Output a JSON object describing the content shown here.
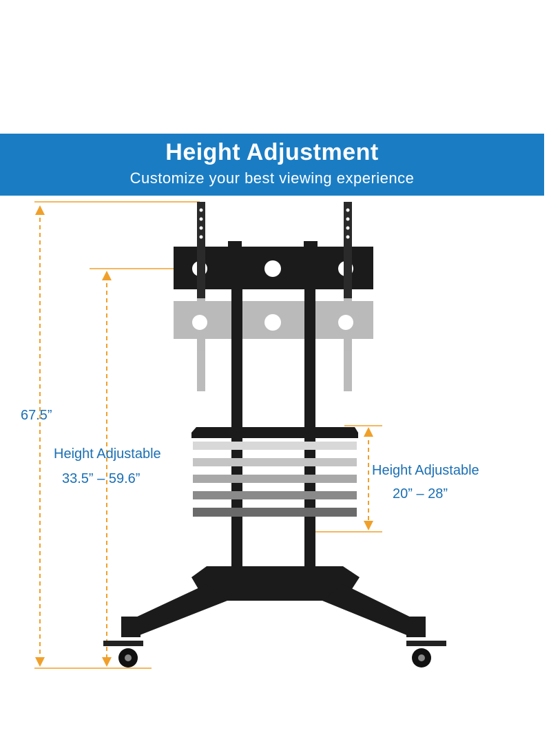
{
  "banner": {
    "title": "Height Adjustment",
    "subtitle": "Customize your best viewing experience"
  },
  "dimensions": {
    "total_height": "67.5”",
    "mount_adjust_label": "Height Adjustable",
    "mount_adjust_range": "33.5”  –  59.6”",
    "shelf_adjust_label": "Height Adjustable",
    "shelf_adjust_range": "20”  –  28”"
  },
  "colors": {
    "banner": "#1a7dc4",
    "dimension_text": "#1a6fb4",
    "dimension_lines": "#f0a02a",
    "stand": "#1b1b1b"
  }
}
